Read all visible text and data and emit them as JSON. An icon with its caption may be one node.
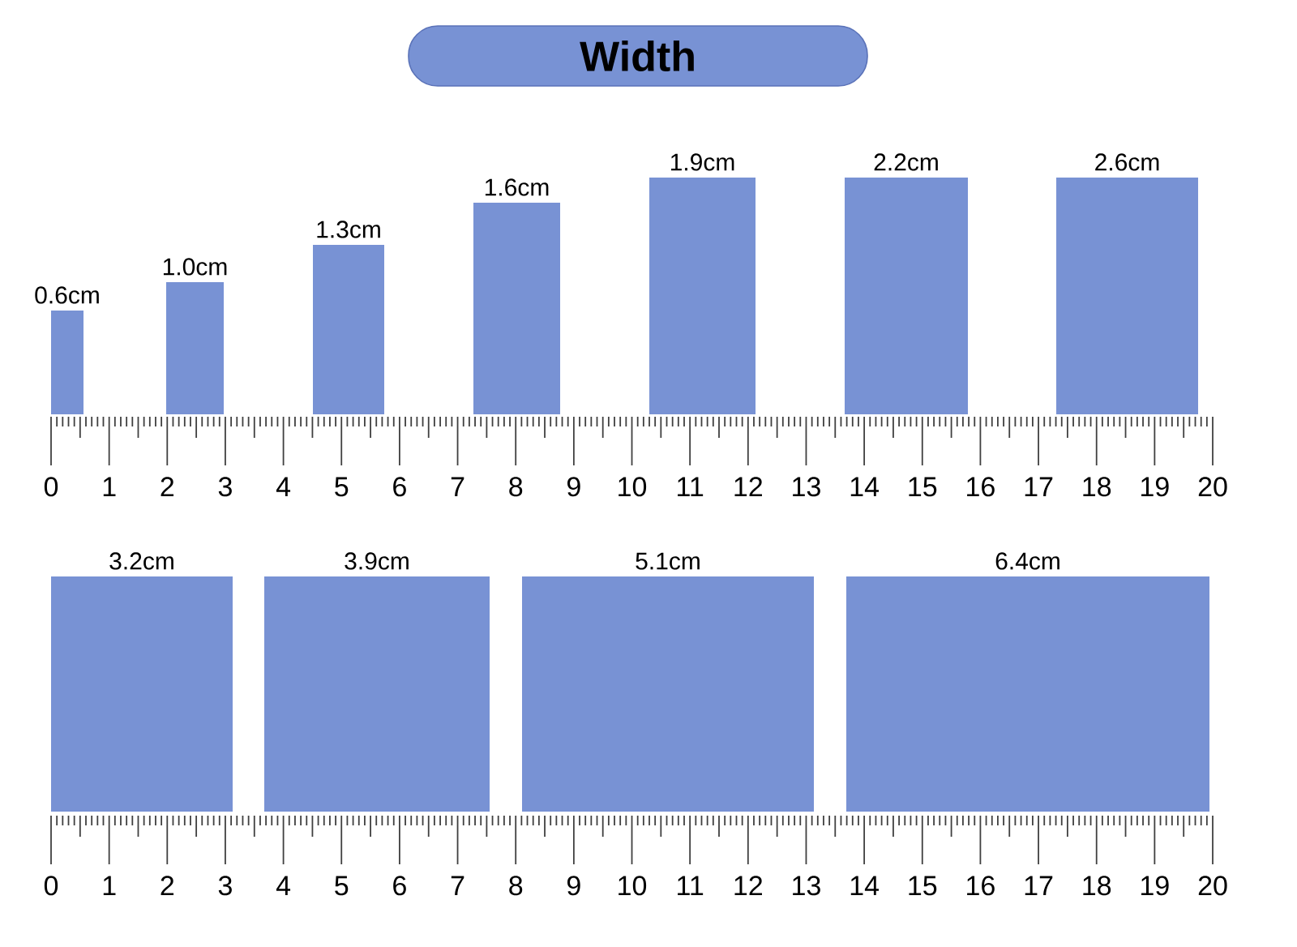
{
  "diagram": {
    "title": "Width",
    "nodes": [
      {
        "text": [
          "0.6cm"
        ]
      },
      {
        "text": [
          "1.0cm"
        ]
      },
      {
        "text": [
          "1.3cm"
        ]
      },
      {
        "text": [
          "1.6cm"
        ]
      },
      {
        "text": [
          "1.9cm"
        ]
      },
      {
        "text": [
          "2.2cm"
        ]
      },
      {
        "text": [
          "2.6cm"
        ]
      },
      {
        "text": [
          "3.2cm"
        ]
      },
      {
        "text": [
          "3.9cm"
        ]
      },
      {
        "text": [
          "5.1cm"
        ]
      },
      {
        "text": [
          "6.4cm"
        ]
      }
    ],
    "labels": [
      "0",
      "1",
      "2",
      "3",
      "4",
      "5",
      "6",
      "7",
      "8",
      "9",
      "10",
      "11",
      "12",
      "13",
      "14",
      "15",
      "16",
      "17",
      "18",
      "19",
      "20",
      "0",
      "1",
      "2",
      "3",
      "4",
      "5",
      "6",
      "7",
      "8",
      "9",
      "10",
      "11",
      "12",
      "13",
      "14",
      "15",
      "16",
      "17",
      "18",
      "19",
      "20"
    ]
  }
}
